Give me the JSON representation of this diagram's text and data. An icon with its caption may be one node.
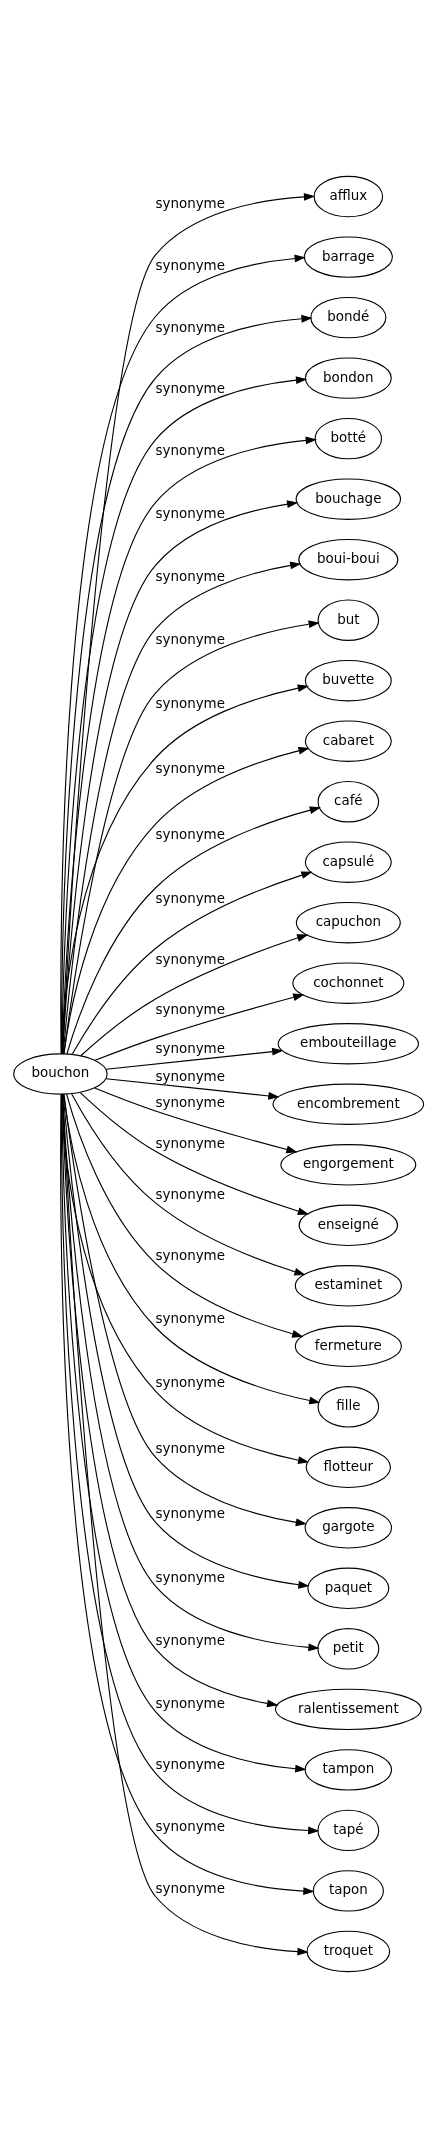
{
  "diagram": {
    "nodes": [
      {
        "text": [
          "bouchon"
        ]
      },
      {
        "text": [
          "afflux"
        ]
      },
      {
        "text": [
          "barrage"
        ]
      },
      {
        "text": [
          "bondé"
        ]
      },
      {
        "text": [
          "bondon"
        ]
      },
      {
        "text": [
          "botté"
        ]
      },
      {
        "text": [
          "bouchage"
        ]
      },
      {
        "text": [
          "boui-boui"
        ]
      },
      {
        "text": [
          "but"
        ]
      },
      {
        "text": [
          "buvette"
        ]
      },
      {
        "text": [
          "cabaret"
        ]
      },
      {
        "text": [
          "café"
        ]
      },
      {
        "text": [
          "capsulé"
        ]
      },
      {
        "text": [
          "capuchon"
        ]
      },
      {
        "text": [
          "cochonnet"
        ]
      },
      {
        "text": [
          "embouteillage"
        ]
      },
      {
        "text": [
          "encombrement"
        ]
      },
      {
        "text": [
          "engorgement"
        ]
      },
      {
        "text": [
          "enseigné"
        ]
      },
      {
        "text": [
          "estaminet"
        ]
      },
      {
        "text": [
          "fermeture"
        ]
      },
      {
        "text": [
          "fille"
        ]
      },
      {
        "text": [
          "flotteur"
        ]
      },
      {
        "text": [
          "gargote"
        ]
      },
      {
        "text": [
          "paquet"
        ]
      },
      {
        "text": [
          "petit"
        ]
      },
      {
        "text": [
          "ralentissement"
        ]
      },
      {
        "text": [
          "tampon"
        ]
      },
      {
        "text": [
          "tapé"
        ]
      },
      {
        "text": [
          "tapon"
        ]
      },
      {
        "text": [
          "troquet"
        ]
      }
    ],
    "edges": [
      {
        "from": 0,
        "to": 1,
        "arrow": "to",
        "label": "synonyme"
      },
      {
        "from": 0,
        "to": 2,
        "arrow": "to",
        "label": "synonyme"
      },
      {
        "from": 0,
        "to": 3,
        "arrow": "to",
        "label": "synonyme"
      },
      {
        "from": 0,
        "to": 4,
        "arrow": "to",
        "label": "synonyme"
      },
      {
        "from": 0,
        "to": 5,
        "arrow": "to",
        "label": "synonyme"
      },
      {
        "from": 0,
        "to": 6,
        "arrow": "to",
        "label": "synonyme"
      },
      {
        "from": 0,
        "to": 7,
        "arrow": "to",
        "label": "synonyme"
      },
      {
        "from": 0,
        "to": 8,
        "arrow": "to",
        "label": "synonyme"
      },
      {
        "from": 0,
        "to": 9,
        "arrow": "to",
        "label": "synonyme"
      },
      {
        "from": 0,
        "to": 10,
        "arrow": "to",
        "label": "synonyme"
      },
      {
        "from": 0,
        "to": 11,
        "arrow": "to",
        "label": "synonyme"
      },
      {
        "from": 0,
        "to": 12,
        "arrow": "to",
        "label": "synonyme"
      },
      {
        "from": 0,
        "to": 13,
        "arrow": "to",
        "label": "synonyme"
      },
      {
        "from": 0,
        "to": 14,
        "arrow": "to",
        "label": "synonyme"
      },
      {
        "from": 0,
        "to": 15,
        "arrow": "to",
        "label": "synonyme"
      },
      {
        "from": 0,
        "to": 16,
        "arrow": "to",
        "label": "synonyme"
      },
      {
        "from": 0,
        "to": 17,
        "arrow": "to",
        "label": "synonyme"
      },
      {
        "from": 0,
        "to": 18,
        "arrow": "to",
        "label": "synonyme"
      },
      {
        "from": 0,
        "to": 19,
        "arrow": "to",
        "label": "synonyme"
      },
      {
        "from": 0,
        "to": 20,
        "arrow": "to",
        "label": "synonyme"
      },
      {
        "from": 0,
        "to": 21,
        "arrow": "to",
        "label": "synonyme"
      },
      {
        "from": 0,
        "to": 22,
        "arrow": "to",
        "label": "synonyme"
      },
      {
        "from": 0,
        "to": 23,
        "arrow": "to",
        "label": "synonyme"
      },
      {
        "from": 0,
        "to": 24,
        "arrow": "to",
        "label": "synonyme"
      },
      {
        "from": 0,
        "to": 25,
        "arrow": "to",
        "label": "synonyme"
      },
      {
        "from": 0,
        "to": 26,
        "arrow": "to",
        "label": "synonyme"
      },
      {
        "from": 0,
        "to": 27,
        "arrow": "to",
        "label": "synonyme"
      },
      {
        "from": 0,
        "to": 28,
        "arrow": "to",
        "label": "synonyme"
      },
      {
        "from": 0,
        "to": 29,
        "arrow": "to",
        "label": "synonyme"
      },
      {
        "from": 0,
        "to": 30,
        "arrow": "to",
        "label": "synonyme"
      }
    ]
  }
}
